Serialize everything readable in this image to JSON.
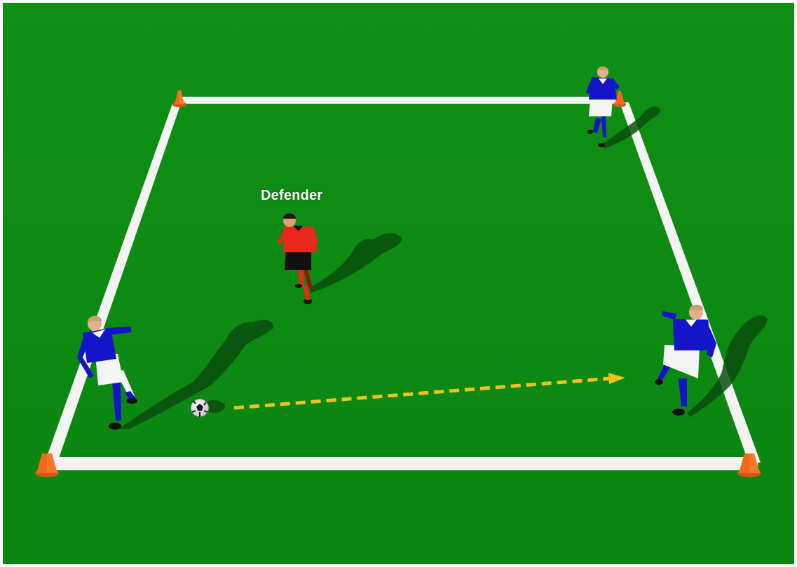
{
  "colors": {
    "grass": "#0c8a12",
    "grass_light": "#129a18",
    "line": "#f3f3f3",
    "cone": "#f2691b",
    "blue_kit": "#1414c8",
    "red_kit": "#e8281a",
    "shorts_white": "#f4f4f4",
    "shorts_black": "#111111",
    "pass_arrow": "#f2c21a",
    "shadow": "#0a4a0c"
  },
  "labels": {
    "defender": "Defender"
  },
  "players": [
    {
      "role": "attacker",
      "kit": "blue",
      "corner": "top-right"
    },
    {
      "role": "attacker",
      "kit": "blue",
      "corner": "bottom-left"
    },
    {
      "role": "attacker",
      "kit": "blue",
      "corner": "bottom-right"
    },
    {
      "role": "defender",
      "kit": "red",
      "corner": "center"
    }
  ],
  "cones": [
    "top-left",
    "top-right",
    "bottom-left",
    "bottom-right"
  ],
  "pass": {
    "style": "dashed",
    "direction": "left-to-right",
    "icon": "arrow-right-icon"
  },
  "ball": {
    "icon": "soccer-ball-icon"
  }
}
